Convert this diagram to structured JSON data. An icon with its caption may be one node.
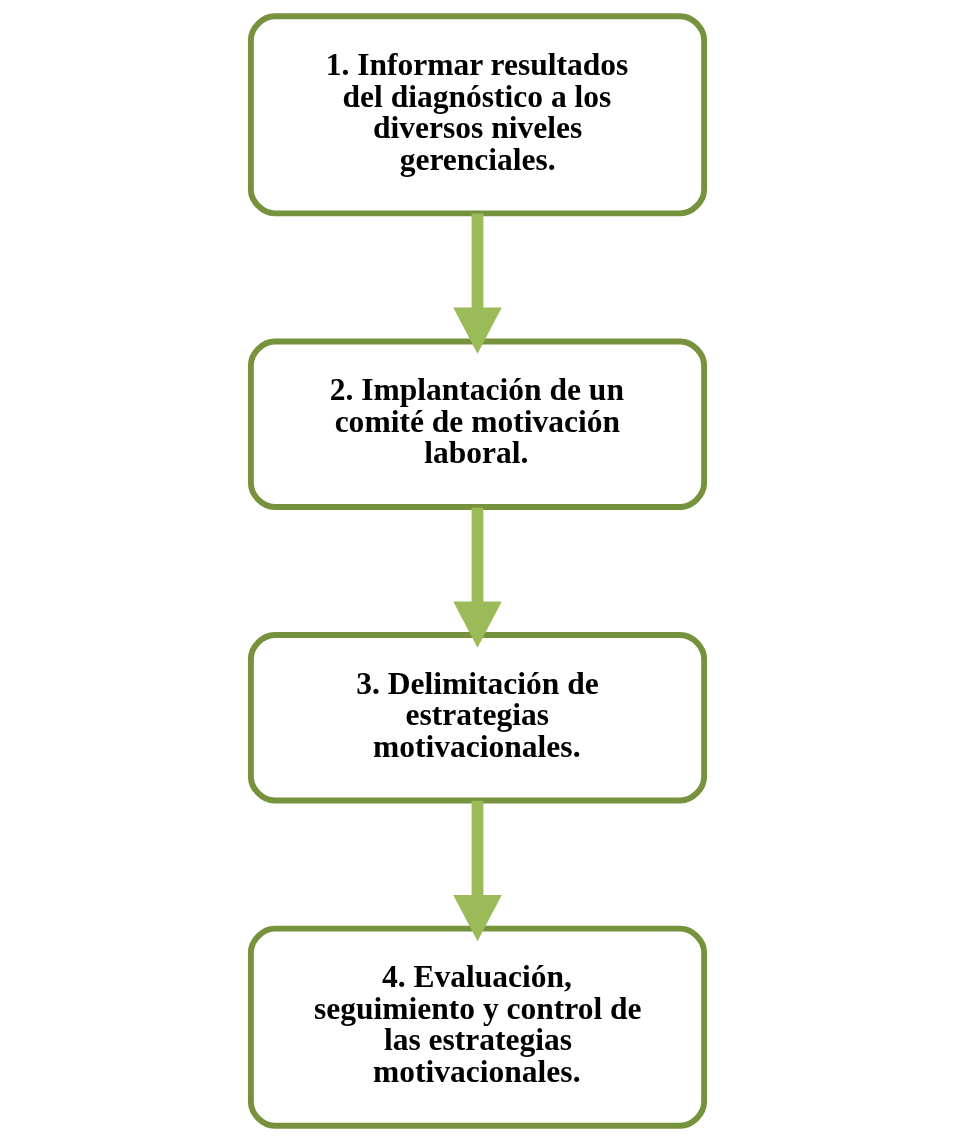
{
  "diagram": {
    "nodes": [
      {
        "text": [
          "1. Informar resultados del diagnóstico a los diversos niveles gerenciales."
        ]
      },
      {
        "text": [
          "2. Implantación de un comité de motivación laboral."
        ]
      },
      {
        "text": [
          "3. Delimitación de estrategias motivacionales."
        ]
      },
      {
        "text": [
          "4. Evaluación, seguimiento y control de las estrategias motivacionales."
        ]
      }
    ],
    "edges": [
      {
        "from": 0,
        "to": 1,
        "arrow": "to"
      },
      {
        "from": 1,
        "to": 2,
        "arrow": "to"
      },
      {
        "from": 2,
        "to": 3,
        "arrow": "to"
      }
    ]
  }
}
